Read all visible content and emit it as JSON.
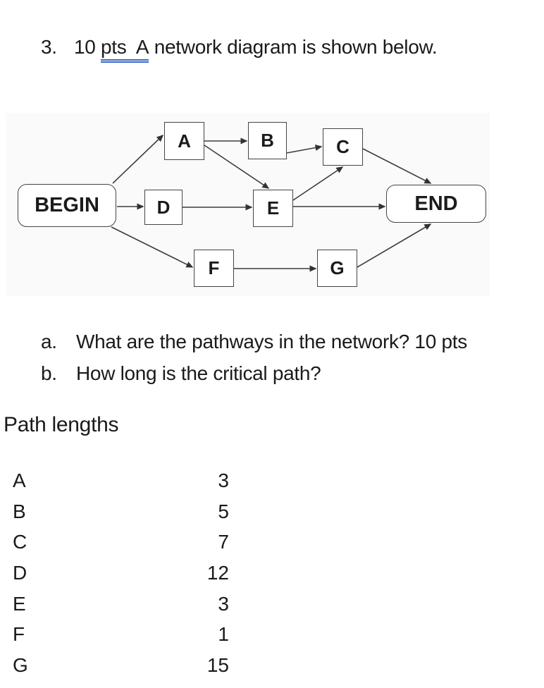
{
  "title": {
    "number": "3.",
    "pre": "10 ",
    "underlined": "pts  A",
    "post": " network diagram is shown below."
  },
  "diagram": {
    "background": "#fafafa",
    "box_border_color": "#454545",
    "edge_color": "#3d3d3d",
    "nodes": [
      {
        "id": "BEGIN",
        "label": "BEGIN"
      },
      {
        "id": "A",
        "label": "A"
      },
      {
        "id": "B",
        "label": "B"
      },
      {
        "id": "C",
        "label": "C"
      },
      {
        "id": "D",
        "label": "D"
      },
      {
        "id": "E",
        "label": "E"
      },
      {
        "id": "F",
        "label": "F"
      },
      {
        "id": "G",
        "label": "G"
      },
      {
        "id": "END",
        "label": "END"
      }
    ],
    "edges": [
      {
        "from": "BEGIN",
        "to": "A"
      },
      {
        "from": "BEGIN",
        "to": "D"
      },
      {
        "from": "BEGIN",
        "to": "F"
      },
      {
        "from": "A",
        "to": "B"
      },
      {
        "from": "A",
        "to": "E"
      },
      {
        "from": "B",
        "to": "C"
      },
      {
        "from": "D",
        "to": "E"
      },
      {
        "from": "E",
        "to": "C"
      },
      {
        "from": "E",
        "to": "END"
      },
      {
        "from": "C",
        "to": "END"
      },
      {
        "from": "F",
        "to": "G"
      },
      {
        "from": "G",
        "to": "END"
      }
    ]
  },
  "questions": [
    {
      "marker": "a.",
      "text": "What are the pathways in the network? 10 pts"
    },
    {
      "marker": "b.",
      "text": "How long is the critical path?"
    }
  ],
  "path_lengths": {
    "title": "Path lengths",
    "rows": [
      {
        "name": "A",
        "value": "3"
      },
      {
        "name": "B",
        "value": "5"
      },
      {
        "name": "C",
        "value": "7"
      },
      {
        "name": "D",
        "value": "12"
      },
      {
        "name": "E",
        "value": "3"
      },
      {
        "name": "F",
        "value": "1"
      },
      {
        "name": "G",
        "value": "15"
      }
    ]
  },
  "colors": {
    "underline_blue": "#3a67c8",
    "text": "#1a1a1a"
  }
}
